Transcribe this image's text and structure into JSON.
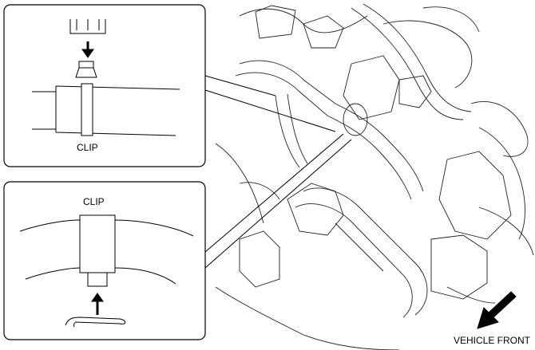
{
  "detail_top": {
    "label": "CLIP"
  },
  "detail_bottom": {
    "label": "CLIP"
  },
  "direction": {
    "label": "VEHICLE FRONT"
  }
}
